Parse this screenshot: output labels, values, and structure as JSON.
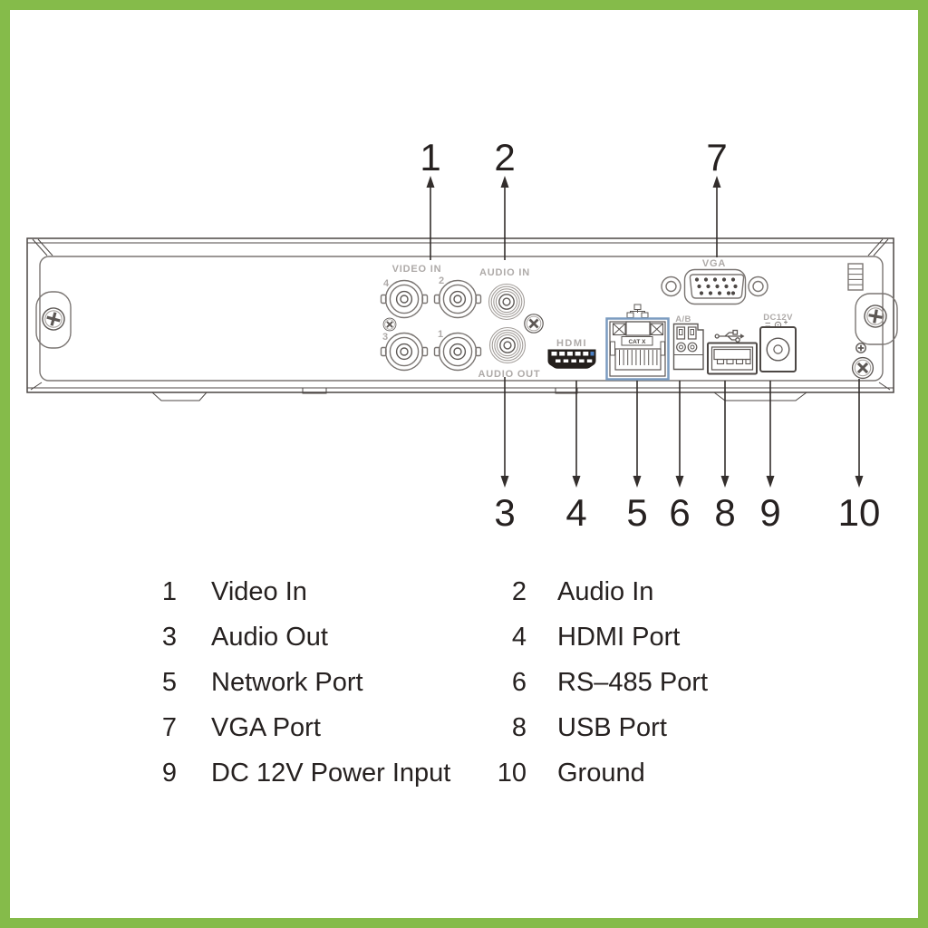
{
  "figure": {
    "kind": "dvr-rear-panel-diagram",
    "colors": {
      "frame_green": "#85bb4a",
      "line_dark": "#4c4744",
      "panel_label_gray": "#aeaaa8",
      "network_port_blue": "#7b9cc0",
      "hdmi_black": "#241f1c"
    }
  },
  "panel": {
    "labels": {
      "video_in": "VIDEO IN",
      "audio_in": "AUDIO IN",
      "audio_out": "AUDIO OUT",
      "vga": "VGA",
      "rs485": "A/B",
      "dc12v": "DC12V",
      "hdmi": "HDMI",
      "network_tag": "CAT X"
    },
    "bnc_numbers": [
      "4",
      "2",
      "3",
      "1"
    ]
  },
  "callouts": {
    "top": [
      {
        "num": "1",
        "target": "video-in"
      },
      {
        "num": "2",
        "target": "audio-in"
      },
      {
        "num": "7",
        "target": "vga-port"
      }
    ],
    "bottom": [
      {
        "num": "3",
        "target": "audio-out"
      },
      {
        "num": "4",
        "target": "hdmi-port"
      },
      {
        "num": "5",
        "target": "network-port"
      },
      {
        "num": "6",
        "target": "rs485-port"
      },
      {
        "num": "8",
        "target": "usb-port"
      },
      {
        "num": "9",
        "target": "dc-12v-power-input"
      },
      {
        "num": "10",
        "target": "ground"
      }
    ]
  },
  "legend": {
    "items": [
      {
        "num": "1",
        "label": "Video In"
      },
      {
        "num": "2",
        "label": "Audio In"
      },
      {
        "num": "3",
        "label": "Audio Out"
      },
      {
        "num": "4",
        "label": "HDMI Port"
      },
      {
        "num": "5",
        "label": "Network Port"
      },
      {
        "num": "6",
        "label": "RS–485 Port"
      },
      {
        "num": "7",
        "label": "VGA Port"
      },
      {
        "num": "8",
        "label": "USB Port"
      },
      {
        "num": "9",
        "label": "DC 12V Power Input"
      },
      {
        "num": "10",
        "label": "Ground"
      }
    ]
  }
}
